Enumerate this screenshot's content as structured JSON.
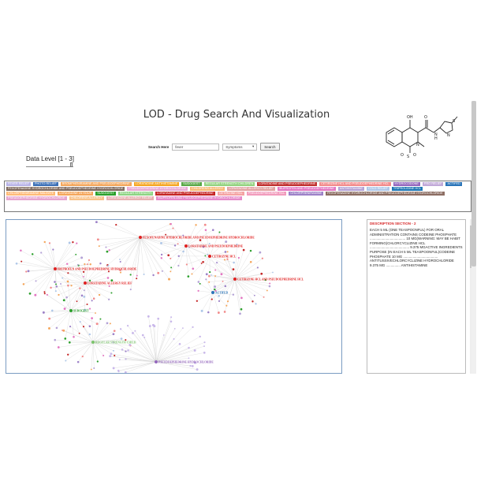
{
  "title": "LOD - Drug Search And Visualization",
  "search": {
    "label": "Search Here",
    "value": "fever",
    "select_value": "Symptoms",
    "button_label": "Search"
  },
  "data_level": {
    "label": "Data Level [1 - 3]",
    "value": 3,
    "min": 1,
    "max": 3
  },
  "tags": [
    {
      "label": "FEVER RELIEF",
      "color": "#b7b2e6"
    },
    {
      "label": "PHOTO RELIEF",
      "color": "#3b6fb6"
    },
    {
      "label": "BROMPHENIRAMINE AND PSEUDOEPHEDRINE",
      "color": "#f3a65b"
    },
    {
      "label": "LORATADINE ANTIHISTAMINE",
      "color": "#f5a623"
    },
    {
      "label": "SUDOGEST",
      "color": "#59a848"
    },
    {
      "label": "REGULAR STRENGTH CHILDREN",
      "color": "#92d27f"
    },
    {
      "label": "LORATADINE AND PSEUDOEPHEDRINE",
      "color": "#c0302f"
    },
    {
      "label": "CETIRIZINE HCL AND PSEUDOEPHEDRINE HCL",
      "color": "#f28b8b"
    },
    {
      "label": "HYDROCODONE",
      "color": "#9467bd"
    },
    {
      "label": "PRO RELIEF",
      "color": "#c1a9d8"
    },
    {
      "label": "ACTIFED",
      "color": "#2a74b8"
    },
    {
      "label": "FEXOFENADINE HYDROCHLORIDE AND PSEUDOEPHEDRINE HYDROCHLORIDE",
      "color": "#7f6a5e"
    },
    {
      "label": "PSEUDOEPHEDRINE HYDROCHLORIDE",
      "color": "#e8a9d3"
    },
    {
      "label": "CHILDRENS ALLERGY",
      "color": "#f7b977"
    },
    {
      "label": "LORATADINE ALLERGY RELIEF",
      "color": "#e2a2a2"
    },
    {
      "label": "IBUPROFEN AND PSEUDOEPHEDRINE",
      "color": "#e377c2"
    },
    {
      "label": "ANTIHISTAMINE",
      "color": "#b4a2d6"
    },
    {
      "label": "COLD RELIEF",
      "color": "#aec7e8"
    },
    {
      "label": "TRIPROLIDINE HCL",
      "color": "#1f77b4"
    },
    {
      "label": "CHLORPHENIRAMINE MALEATE",
      "color": "#ffbb78"
    },
    {
      "label": "LORATADINE 24 HOUR",
      "color": "#f5a65b"
    },
    {
      "label": "SUDOGEST",
      "color": "#2ca02c"
    },
    {
      "label": "REGULAR STRENGTH",
      "color": "#8ed484"
    },
    {
      "label": "LORATADINE AND PSEUDOEPHEDRINE",
      "color": "#c52525"
    },
    {
      "label": "CETIRIZINE HCL",
      "color": "#f5a3a3"
    },
    {
      "label": "PSEUDOEPHEDRINE HCL",
      "color": "#f29cbd"
    },
    {
      "label": "CHLORPHENIRAMINE",
      "color": "#9d82c8"
    },
    {
      "label": "FEXOFENADINE HYDROCHLORIDE AND PSEUDOEPHEDRINE HYDROCHLORIDE",
      "color": "#8c6d62"
    },
    {
      "label": "PSEUDOEPHEDRINE HYDROCHLORIDE",
      "color": "#e6a5cf"
    },
    {
      "label": "CHILDRENS ALLERGY",
      "color": "#f8c28a"
    },
    {
      "label": "LORATADINE ALLERGY RELIEF",
      "color": "#e7b1b1"
    },
    {
      "label": "IBUPROFEN AND PSEUDOEPHEDRINE HYDROCHLORIDE",
      "color": "#e58ac9"
    }
  ],
  "graph": {
    "hubs": [
      {
        "label": "FEXOFENADINE HYDROCHLORIDE AND PSEUDOEPHEDRINE HYDROCHLORIDE",
        "color": "#e02020"
      },
      {
        "label": "LORATADINE AND PSEUDOEPHEDRINE",
        "color": "#e02020"
      },
      {
        "label": "CETIRIZINE HCL",
        "color": "#e02020"
      },
      {
        "label": "IBUPROFEN AND PSEUDOEPHEDRINE HYDROCHLORIDE",
        "color": "#e02020"
      },
      {
        "label": "LORATADINE ALLERGY RELIEF",
        "color": "#e02020"
      },
      {
        "label": "CETIRIZINE HCL AND PSEUDOEPHEDRINE HCL",
        "color": "#e02020"
      },
      {
        "label": "ACTIFED",
        "color": "#2a74b8"
      },
      {
        "label": "SUDOGEST",
        "color": "#2ca02c"
      },
      {
        "label": "REGULAR STRENGTH CHILD",
        "color": "#7cc46c"
      },
      {
        "label": "PSEUDOEPHEDRINE HYDROCHLORIDE",
        "color": "#9467bd"
      }
    ]
  },
  "description": {
    "title": "DESCRIPTION SECTION - 2",
    "lines": [
      "EACH 5 ML (ONE TEASPOONFUL) FOR ORAL ADMINISTRATION CONTAINS CODEINE PHOSPHATE ..................................... 10 MG(WARNING: MAY BE HABIT FORMING)CHLORCYCLIZINE HCL ......................................... 9.375 MGACTIVE INGREDIENTS PURPOSE (IN EACH 5 ML TEASPOONFUL)CODEINE PHOSPHATE 10 MG .................................... ANTITUSSIVECHLORCYCLIZINE HYDROCHLORIDE 9.375 MG ............... ANTIHISTAMINE"
    ]
  }
}
